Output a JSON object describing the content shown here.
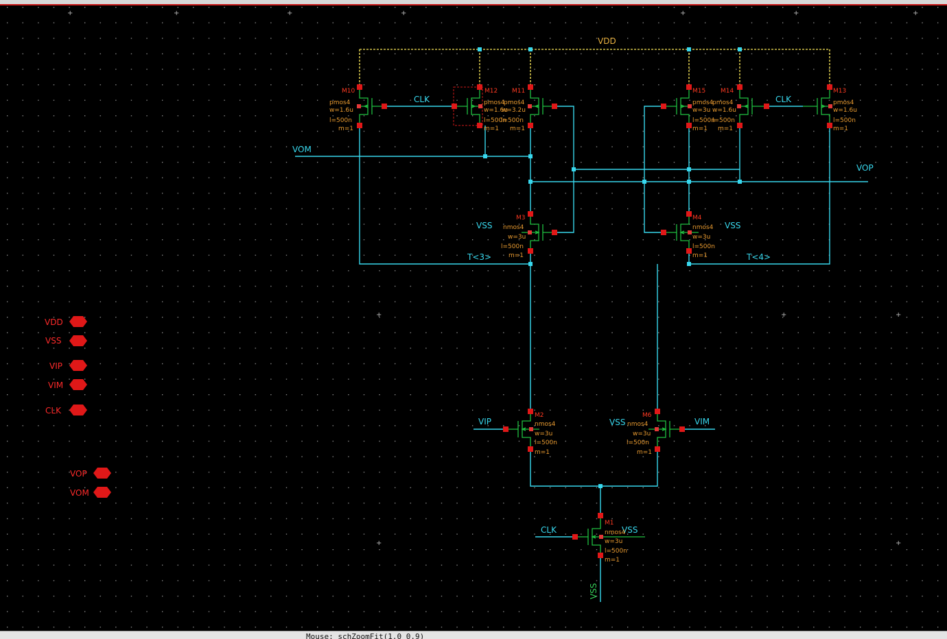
{
  "app": {
    "status_text": "Mouse: schZoomFit(1.0 0.9)"
  },
  "colors": {
    "background": "#000000",
    "wire": "#38d8ee",
    "vdd_wire": "#d2c24a",
    "pin": "#e01818",
    "device": "#20c040",
    "instance_label": "#ff3a22",
    "property_label": "#e89a30"
  },
  "nets": {
    "vdd": "VDD",
    "vom": "VOM",
    "vop": "VOP",
    "clk": "CLK",
    "vss": "VSS",
    "vip": "VIP",
    "vim": "VIM",
    "t3": "T<3>",
    "t4": "T<4>"
  },
  "pins": [
    {
      "name": "VDD"
    },
    {
      "name": "VSS"
    },
    {
      "name": "VIP"
    },
    {
      "name": "VIM"
    },
    {
      "name": "CLK"
    },
    {
      "name": "VOP"
    },
    {
      "name": "VOM"
    }
  ],
  "devices": {
    "m10": {
      "name": "M10",
      "model": "pmos4",
      "w": "w=1.6u",
      "l": "l=500n",
      "m": "m=1"
    },
    "m12": {
      "name": "M12",
      "model": "pmos4",
      "w": "w=1.6u",
      "l": "l=500n",
      "m": "m=1"
    },
    "m11": {
      "name": "M11",
      "model": "pmos4",
      "w": "w=3.2u",
      "l": "l=500n",
      "m": "m=1"
    },
    "m15": {
      "name": "M15",
      "model": "pmos4",
      "w": "w=3u",
      "l": "l=500n",
      "m": "m=1"
    },
    "m14": {
      "name": "M14",
      "model": "pmos4",
      "w": "w=1.6u",
      "l": "l=500n",
      "m": "m=1"
    },
    "m13": {
      "name": "M13",
      "model": "pmos4",
      "w": "w=1.6u",
      "l": "l=500n",
      "m": "m=1"
    },
    "m3": {
      "name": "M3",
      "model": "nmos4",
      "w": "w=3u",
      "l": "l=500n",
      "m": "m=1"
    },
    "m4": {
      "name": "M4",
      "model": "nmos4",
      "w": "w=3u",
      "l": "l=500n",
      "m": "m=1"
    },
    "m2": {
      "name": "M2",
      "model": "nmos4",
      "w": "w=3u",
      "l": "l=500n",
      "m": "m=1"
    },
    "m6": {
      "name": "M6",
      "model": "nmos4",
      "w": "w=3u",
      "l": "l=500n",
      "m": "m=1"
    },
    "m1": {
      "name": "M1",
      "model": "nmos4",
      "w": "w=3u",
      "l": "l=500n",
      "m": "m=1"
    }
  }
}
